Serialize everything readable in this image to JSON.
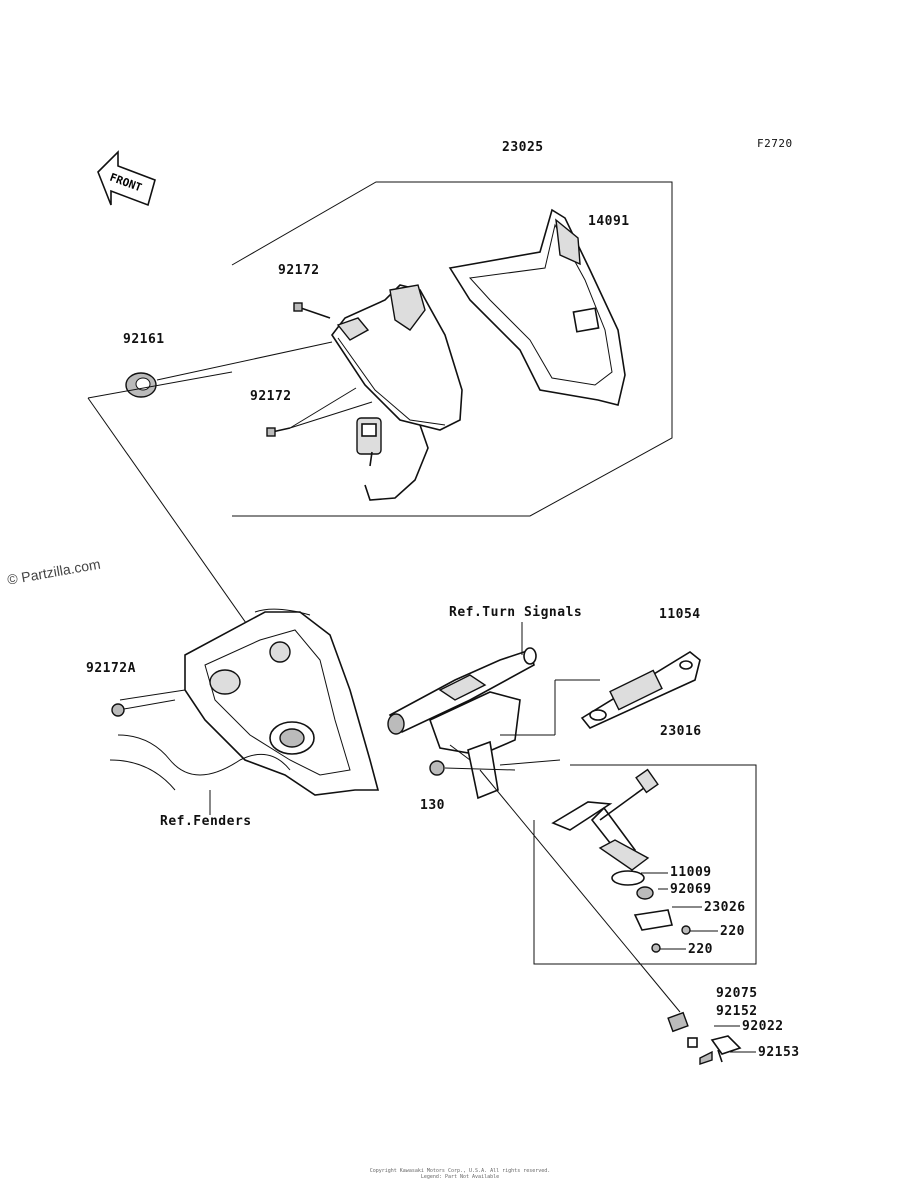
{
  "diagram_code": "F2720",
  "watermark": "© Partzilla.com",
  "front_arrow_label": "FRONT",
  "footer_line1": "Copyright Kawasaki Motors Corp., U.S.A. All rights reserved.",
  "footer_line2": "Legend: Part Not Available",
  "parts": {
    "p23025": "23025",
    "p14091": "14091",
    "p92172_top": "92172",
    "p92161": "92161",
    "p92172_bottom": "92172",
    "ref_turn_signals": "Ref.Turn Signals",
    "p11054": "11054",
    "p92172A": "92172A",
    "p23016": "23016",
    "p130": "130",
    "ref_fenders": "Ref.Fenders",
    "p11009": "11009",
    "p92069": "92069",
    "p23026": "23026",
    "p220_a": "220",
    "p220_b": "220",
    "p92075": "92075",
    "p92152": "92152",
    "p92022": "92022",
    "p92153": "92153"
  }
}
